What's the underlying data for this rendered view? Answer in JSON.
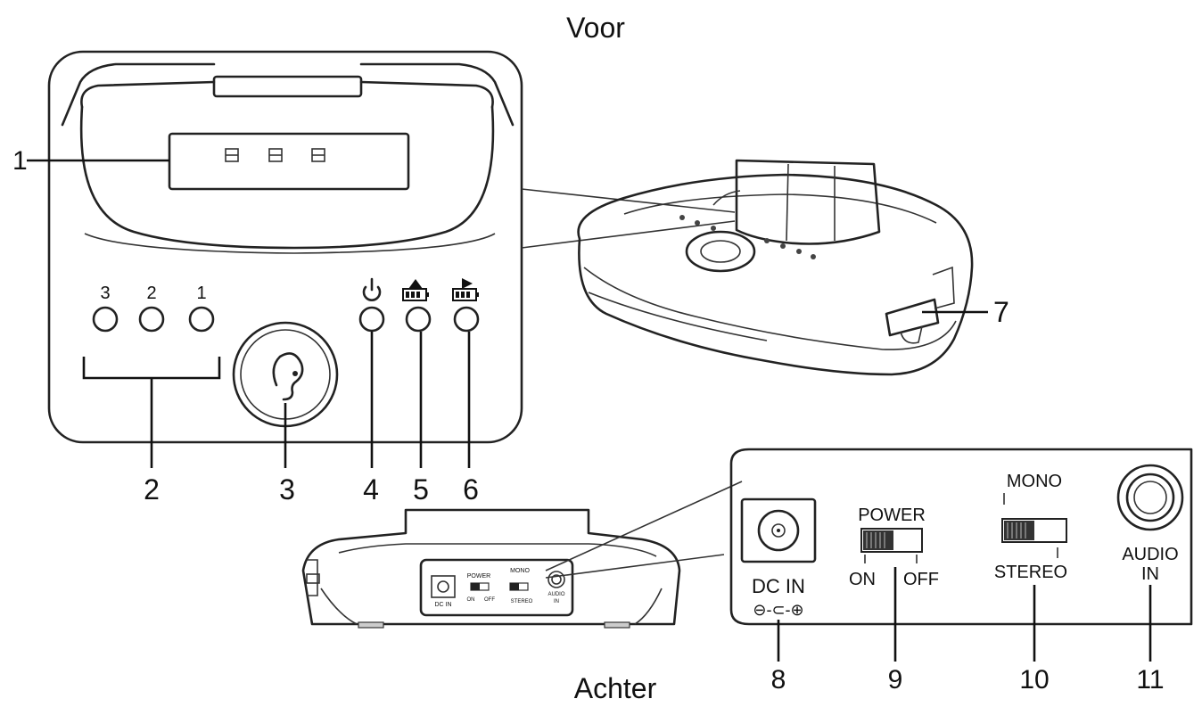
{
  "title_front": "Voor",
  "title_back": "Achter",
  "callouts": {
    "c1": "1",
    "c2": "2",
    "c3": "3",
    "c4": "4",
    "c5": "5",
    "c6": "6",
    "c7": "7",
    "c8": "8",
    "c9": "9",
    "c10": "10",
    "c11": "11"
  },
  "front_panel": {
    "channel_labels": [
      "3",
      "2",
      "1"
    ]
  },
  "back_panel": {
    "dc_in_label": "DC IN",
    "dc_polarity": "⊖-⊂-⊕",
    "power_label": "POWER",
    "on_label": "ON",
    "off_label": "OFF",
    "mono_label": "MONO",
    "stereo_label": "STEREO",
    "audio_in_line1": "AUDIO",
    "audio_in_line2": "IN"
  },
  "small_back_panel": {
    "dc_in_label": "DC IN",
    "power_label": "POWER",
    "on_label": "ON",
    "off_label": "OFF",
    "mono_label": "MONO",
    "stereo_label": "STEREO",
    "audio_label": "AUDIO",
    "in_label": "IN"
  },
  "icons": {
    "power": "power-icon",
    "battery_charge_up": "battery-charge-up-icon",
    "battery_charge_play": "battery-charge-play-icon",
    "ear": "ear-icon"
  }
}
